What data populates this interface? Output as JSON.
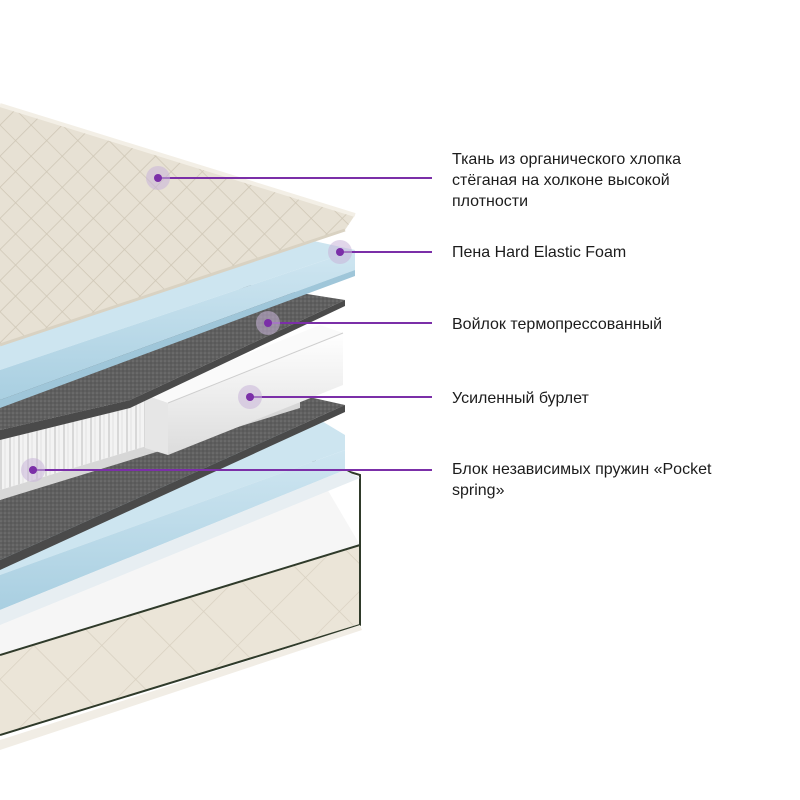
{
  "labels": {
    "cover": "Ткань из органического хлопка\nстёганая на холконе высокой\nплотности",
    "foam": "Пена  Hard Elastic Foam",
    "felt": "Войлок термопрессованный",
    "edge": "Усиленный бурлет",
    "springs": "Блок независимых пружин «Pocket\nspring»"
  },
  "colors": {
    "accent": "#7b2fa8",
    "cover_fabric": "#e7e1d4",
    "foam": "#bfdcea",
    "felt": "#5d5d5d",
    "spring_white": "#f4f4f4",
    "base_fabric": "#ebe5d8",
    "frame_edge": "#2f3a2a"
  }
}
